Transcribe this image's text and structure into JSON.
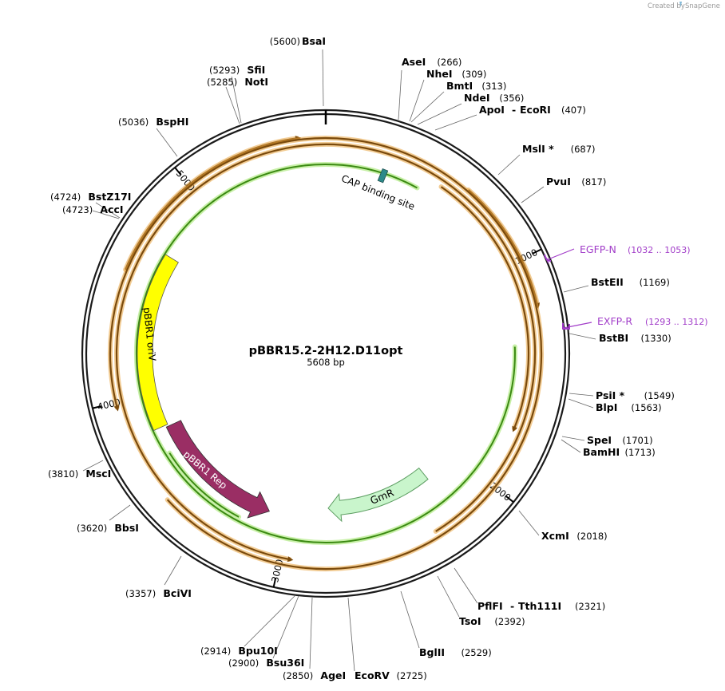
{
  "credit": {
    "prefix": "Created by",
    "brand": "SnapGene"
  },
  "plasmid": {
    "name": "pBBR15.2-2H12.D11opt",
    "length_label": "5608 bp",
    "length": 5608
  },
  "colors": {
    "backbone": "#1a1a1a",
    "primer": "#a23ec9",
    "orf_fill": "#e8a23d",
    "orf_stroke": "#7a4a0c",
    "green_fill": "#62b02d",
    "gmr_fill": "#c9f5cc",
    "gmr_stroke": "#5e9e63",
    "rep_fill": "#9a2e64",
    "oriv_fill": "#ffff00",
    "cap_fill": "#2d8a8a",
    "leader": "#666666"
  },
  "ticks": [
    "1000",
    "2000",
    "3000",
    "4000",
    "5000"
  ],
  "features": {
    "gmr": "GmR",
    "pbbr1_rep": "pBBR1 Rep",
    "pbbr1_oriv": "pBBR1 oriV",
    "cap": "CAP binding site"
  },
  "enzymes": [
    {
      "name": "BsaI",
      "pos": "(5600)"
    },
    {
      "name": "AseI",
      "pos": "(266)"
    },
    {
      "name": "NheI",
      "pos": "(309)"
    },
    {
      "name": "BmtI",
      "pos": "(313)"
    },
    {
      "name": "NdeI",
      "pos": "(356)"
    },
    {
      "name": "ApoI",
      "pos": "(407)"
    },
    {
      "name": "EcoRI",
      "pos": ""
    },
    {
      "name": "MslI *",
      "pos": "(687)"
    },
    {
      "name": "PvuI",
      "pos": "(817)"
    },
    {
      "name": "BstEII",
      "pos": "(1169)"
    },
    {
      "name": "BstBI",
      "pos": "(1330)"
    },
    {
      "name": "PsiI *",
      "pos": "(1549)"
    },
    {
      "name": "BlpI",
      "pos": "(1563)"
    },
    {
      "name": "SpeI",
      "pos": "(1701)"
    },
    {
      "name": "BamHI",
      "pos": "(1713)"
    },
    {
      "name": "XcmI",
      "pos": "(2018)"
    },
    {
      "name": "PflFI",
      "pos": "(2321)"
    },
    {
      "name": "Tth111I",
      "pos": ""
    },
    {
      "name": "TsoI",
      "pos": "(2392)"
    },
    {
      "name": "BglII",
      "pos": "(2529)"
    },
    {
      "name": "EcoRV",
      "pos": "(2725)"
    },
    {
      "name": "AgeI",
      "pos": "(2850)"
    },
    {
      "name": "Bsu36I",
      "pos": "(2900)"
    },
    {
      "name": "Bpu10I",
      "pos": "(2914)"
    },
    {
      "name": "BciVI",
      "pos": "(3357)"
    },
    {
      "name": "BbsI",
      "pos": "(3620)"
    },
    {
      "name": "MscI",
      "pos": "(3810)"
    },
    {
      "name": "AccI",
      "pos": "(4723)"
    },
    {
      "name": "BstZ17I",
      "pos": "(4724)"
    },
    {
      "name": "BspHI",
      "pos": "(5036)"
    },
    {
      "name": "NotI",
      "pos": "(5285)"
    },
    {
      "name": "SfiI",
      "pos": "(5293)"
    }
  ],
  "primers": [
    {
      "name": "EGFP-N",
      "range": "(1032 .. 1053)"
    },
    {
      "name": "EXFP-R",
      "range": "(1293 .. 1312)"
    }
  ]
}
